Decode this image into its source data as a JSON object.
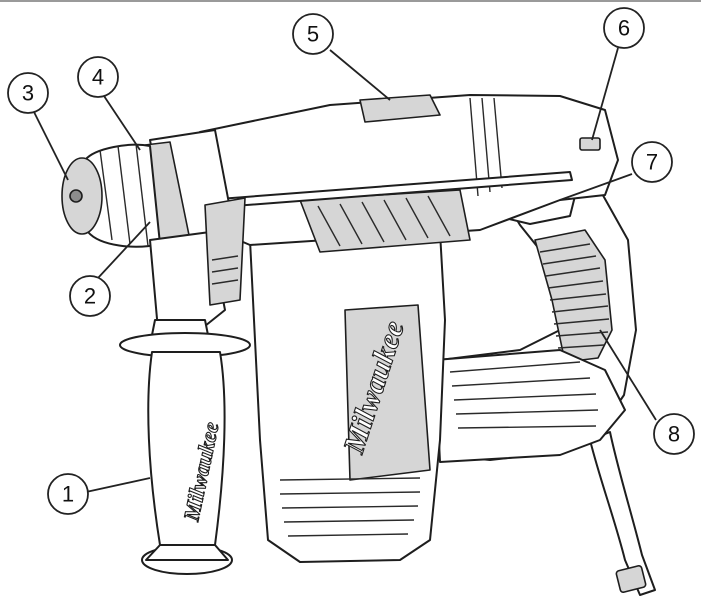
{
  "brand": {
    "logo_text": "Milwaukee"
  },
  "callouts": [
    {
      "number": "1"
    },
    {
      "number": "2"
    },
    {
      "number": "3"
    },
    {
      "number": "4"
    },
    {
      "number": "5"
    },
    {
      "number": "6"
    },
    {
      "number": "7"
    },
    {
      "number": "8"
    }
  ],
  "colors": {
    "line": "#1e1e1e",
    "fill": "#ffffff",
    "shade": "#d6d6d6"
  }
}
